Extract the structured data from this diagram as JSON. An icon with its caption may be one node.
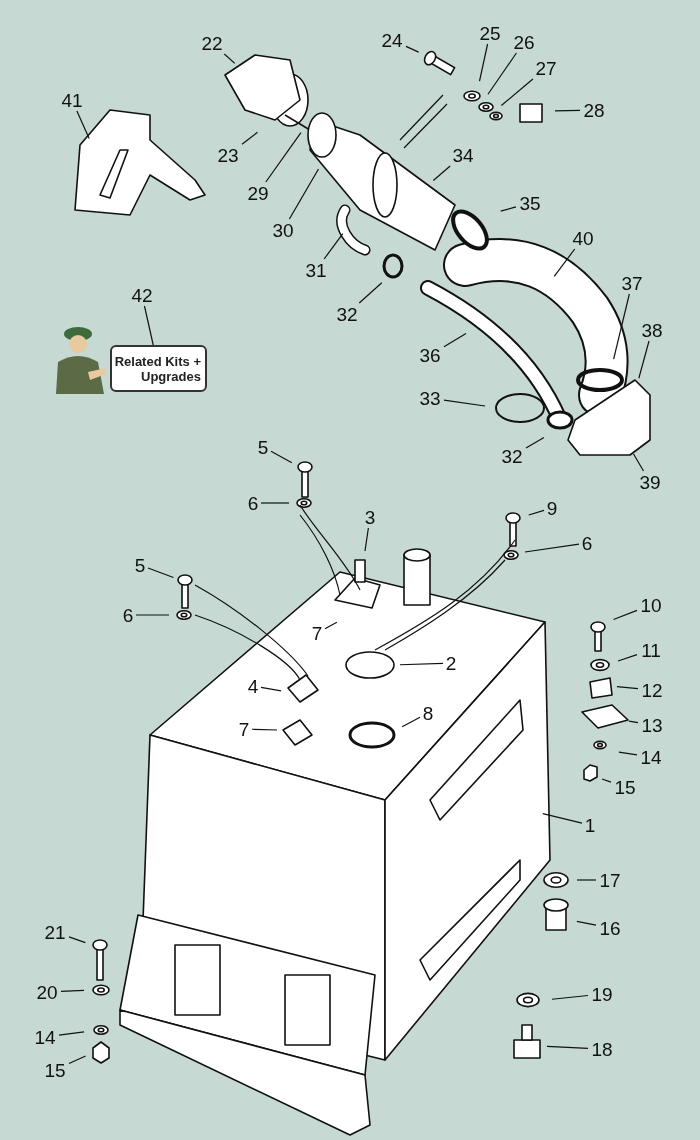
{
  "diagram": {
    "nodes": [
      {
        "text": [
          "22"
        ]
      },
      {
        "text": [
          "24"
        ]
      },
      {
        "text": [
          "25"
        ]
      },
      {
        "text": [
          "26"
        ]
      },
      {
        "text": [
          "27"
        ]
      },
      {
        "text": [
          "28"
        ]
      },
      {
        "text": [
          "41"
        ]
      },
      {
        "text": [
          "23"
        ]
      },
      {
        "text": [
          "29"
        ]
      },
      {
        "text": [
          "34"
        ]
      },
      {
        "text": [
          "30"
        ]
      },
      {
        "text": [
          "35"
        ]
      },
      {
        "text": [
          "31"
        ]
      },
      {
        "text": [
          "40"
        ]
      },
      {
        "text": [
          "32"
        ]
      },
      {
        "text": [
          "42"
        ]
      },
      {
        "text": [
          "Related Kits + Upgrades"
        ]
      },
      {
        "text": [
          "37"
        ]
      },
      {
        "text": [
          "38"
        ]
      },
      {
        "text": [
          "36"
        ]
      },
      {
        "text": [
          "33"
        ]
      },
      {
        "text": [
          "32"
        ]
      },
      {
        "text": [
          "39"
        ]
      },
      {
        "text": [
          "5"
        ]
      },
      {
        "text": [
          "6"
        ]
      },
      {
        "text": [
          "3"
        ]
      },
      {
        "text": [
          "9"
        ]
      },
      {
        "text": [
          "6"
        ]
      },
      {
        "text": [
          "5"
        ]
      },
      {
        "text": [
          "6"
        ]
      },
      {
        "text": [
          "7"
        ]
      },
      {
        "text": [
          "10"
        ]
      },
      {
        "text": [
          "2"
        ]
      },
      {
        "text": [
          "11"
        ]
      },
      {
        "text": [
          "4"
        ]
      },
      {
        "text": [
          "12"
        ]
      },
      {
        "text": [
          "7"
        ]
      },
      {
        "text": [
          "8"
        ]
      },
      {
        "text": [
          "13"
        ]
      },
      {
        "text": [
          "14"
        ]
      },
      {
        "text": [
          "15"
        ]
      },
      {
        "text": [
          "1"
        ]
      },
      {
        "text": [
          "17"
        ]
      },
      {
        "text": [
          "16"
        ]
      },
      {
        "text": [
          "21"
        ]
      },
      {
        "text": [
          "20"
        ]
      },
      {
        "text": [
          "19"
        ]
      },
      {
        "text": [
          "14"
        ]
      },
      {
        "text": [
          "18"
        ]
      },
      {
        "text": [
          "15"
        ]
      }
    ],
    "edges": [
      {
        "from": 0,
        "to": null,
        "arrow": "none"
      },
      {
        "from": 1,
        "to": null,
        "arrow": "none"
      },
      {
        "from": 2,
        "to": null,
        "arrow": "none"
      },
      {
        "from": 3,
        "to": null,
        "arrow": "none"
      },
      {
        "from": 4,
        "to": null,
        "arrow": "none"
      },
      {
        "from": 5,
        "to": null,
        "arrow": "none"
      },
      {
        "from": 6,
        "to": null,
        "arrow": "none"
      },
      {
        "from": 7,
        "to": null,
        "arrow": "none"
      },
      {
        "from": 8,
        "to": null,
        "arrow": "none"
      },
      {
        "from": 9,
        "to": null,
        "arrow": "none"
      },
      {
        "from": 10,
        "to": null,
        "arrow": "none"
      },
      {
        "from": 11,
        "to": null,
        "arrow": "none"
      },
      {
        "from": 12,
        "to": null,
        "arrow": "none"
      },
      {
        "from": 13,
        "to": null,
        "arrow": "none"
      },
      {
        "from": 14,
        "to": null,
        "arrow": "none"
      },
      {
        "from": 15,
        "to": 16,
        "arrow": "none"
      },
      {
        "from": 17,
        "to": null,
        "arrow": "none"
      },
      {
        "from": 18,
        "to": null,
        "arrow": "none"
      },
      {
        "from": 19,
        "to": null,
        "arrow": "none"
      },
      {
        "from": 20,
        "to": null,
        "arrow": "none"
      },
      {
        "from": 21,
        "to": null,
        "arrow": "none"
      },
      {
        "from": 22,
        "to": null,
        "arrow": "none"
      },
      {
        "from": 23,
        "to": null,
        "arrow": "none"
      },
      {
        "from": 24,
        "to": null,
        "arrow": "none"
      },
      {
        "from": 25,
        "to": null,
        "arrow": "none"
      },
      {
        "from": 26,
        "to": null,
        "arrow": "none"
      },
      {
        "from": 27,
        "to": null,
        "arrow": "none"
      },
      {
        "from": 28,
        "to": null,
        "arrow": "none"
      },
      {
        "from": 29,
        "to": null,
        "arrow": "none"
      },
      {
        "from": 30,
        "to": null,
        "arrow": "none"
      },
      {
        "from": 31,
        "to": null,
        "arrow": "none"
      },
      {
        "from": 32,
        "to": null,
        "arrow": "none"
      },
      {
        "from": 33,
        "to": null,
        "arrow": "none"
      },
      {
        "from": 34,
        "to": null,
        "arrow": "none"
      },
      {
        "from": 35,
        "to": null,
        "arrow": "none"
      },
      {
        "from": 36,
        "to": null,
        "arrow": "none"
      },
      {
        "from": 37,
        "to": null,
        "arrow": "none"
      },
      {
        "from": 38,
        "to": null,
        "arrow": "none"
      },
      {
        "from": 39,
        "to": null,
        "arrow": "none"
      },
      {
        "from": 40,
        "to": null,
        "arrow": "none"
      },
      {
        "from": 41,
        "to": null,
        "arrow": "none"
      },
      {
        "from": 42,
        "to": null,
        "arrow": "none"
      },
      {
        "from": 43,
        "to": null,
        "arrow": "none"
      },
      {
        "from": 44,
        "to": null,
        "arrow": "none"
      },
      {
        "from": 45,
        "to": null,
        "arrow": "none"
      },
      {
        "from": 46,
        "to": null,
        "arrow": "none"
      },
      {
        "from": 47,
        "to": null,
        "arrow": "none"
      },
      {
        "from": 48,
        "to": null,
        "arrow": "none"
      },
      {
        "from": 49,
        "to": null,
        "arrow": "none"
      }
    ]
  }
}
